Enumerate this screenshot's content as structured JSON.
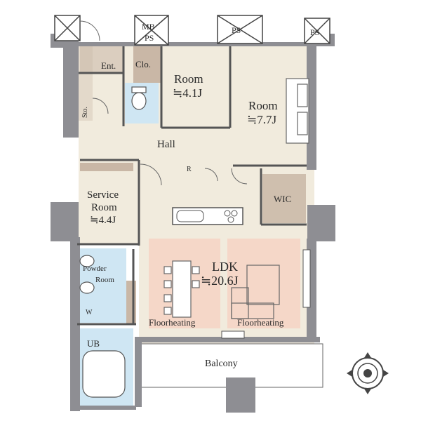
{
  "labels": {
    "ent": "Ent.",
    "clo": "Clo.",
    "mbps_1": "MB",
    "mbps_2": "PS",
    "ps_top": "PS",
    "ps_right": "PS",
    "room1_name": "Room",
    "room1_size": "≒4.1J",
    "room2_name": "Room",
    "room2_size": "≒7.7J",
    "sto": "Sto.",
    "hall": "Hall",
    "r": "R",
    "service_1": "Service",
    "service_2": "Room",
    "service_size": "≒4.4J",
    "wic": "WIC",
    "powder_1": "Powder",
    "powder_2": "Room",
    "w": "W",
    "ldk": "LDK",
    "ldk_size": "≒20.6J",
    "floorheat_left": "Floorheating",
    "floorheat_right": "Floorheating",
    "ub": "UB",
    "balcony": "Balcony"
  },
  "colors": {
    "floor": "#f1ebdd",
    "wet": "#cfe6f3",
    "heating": "#f5d7c8",
    "brown": "#c9b7a6",
    "wall": "#8e8e93",
    "line": "#555555"
  },
  "icons": {
    "compass": "compass-rose-icon"
  }
}
